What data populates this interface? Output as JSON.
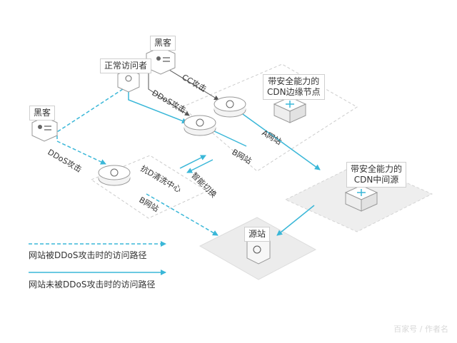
{
  "nodes": {
    "hacker_top": "黑客",
    "hacker_left": "黑客",
    "normal_visitor": "正常访问者",
    "cdn_edge": [
      "带安全能力的",
      "CDN边缘节点"
    ],
    "cdn_mid": [
      "带安全能力的",
      "CDN中间源"
    ],
    "origin": "源站"
  },
  "edge_labels": {
    "cc_attack": "CC攻击",
    "ddos_attack_top": "DDoS攻击",
    "ddos_attack_left": "DDoS攻击",
    "site_a": "A网站",
    "site_b": "B网站",
    "scrubbing_center": "抗D清洗中心",
    "site_b_scrub": "B网站",
    "smart_switch": "智能切换"
  },
  "legend": [
    {
      "text": "网站被DDoS攻击时的访问路径",
      "style": "dashed",
      "color": "#3ab7d8"
    },
    {
      "text": "网站未被DDoS攻击时的访问路径",
      "style": "solid",
      "color": "#3ab7d8"
    }
  ],
  "colors": {
    "arrow": "#3ab7d8",
    "region_border": "#cccccc",
    "platform": "#e8e8e8"
  },
  "watermark": "百家号 / 作者名"
}
